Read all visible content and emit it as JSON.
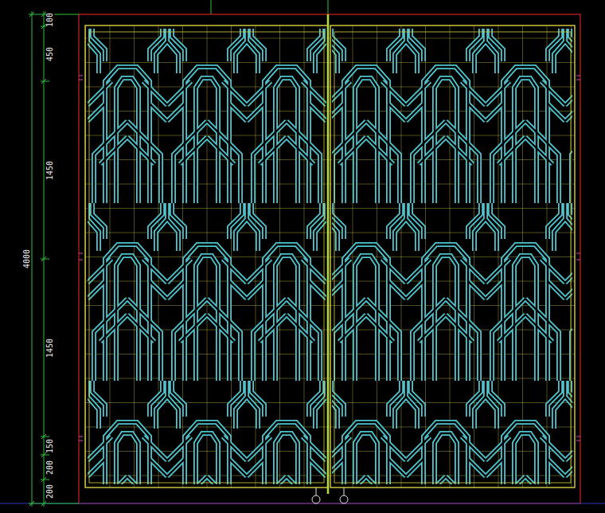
{
  "diagram": {
    "labels": [
      "100",
      "450",
      "1450",
      "1450",
      "150",
      "200",
      "200",
      "4000"
    ]
  }
}
